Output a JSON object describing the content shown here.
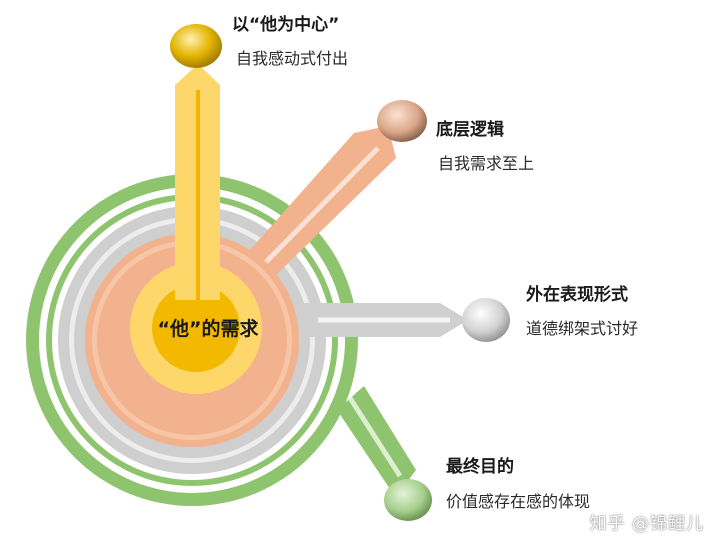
{
  "center": {
    "label": "“他”的需求"
  },
  "branches": [
    {
      "key": "top",
      "title": "以“他为中心”",
      "desc": "自我感动式付出",
      "color": "#fdd76a"
    },
    {
      "key": "upper-right",
      "title": "底层逻辑",
      "desc": "自我需求至上",
      "color": "#f2b28e"
    },
    {
      "key": "right",
      "title": "外在表现形式",
      "desc": "道德绑架式讨好",
      "color": "#cfcfcf"
    },
    {
      "key": "lower-right",
      "title": "最终目的",
      "desc": "价值感存在感的体现",
      "color": "#8fc46f"
    }
  ],
  "watermark": "知乎 @锦鲤儿"
}
